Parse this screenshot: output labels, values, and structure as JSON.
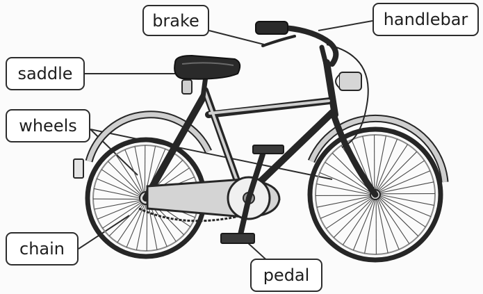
{
  "diagram": {
    "labels": {
      "brake": "brake",
      "handlebar": "handlebar",
      "saddle": "saddle",
      "wheels": "wheels",
      "chain": "chain",
      "pedal": "pedal"
    },
    "colors": {
      "ink": "#2c2c2c",
      "frame": "#262626",
      "fender": "#cfcfcf",
      "chain_guard": "#d4d4d4",
      "saddle": "#2a2a2a",
      "box_fill": "#ffffff"
    }
  }
}
